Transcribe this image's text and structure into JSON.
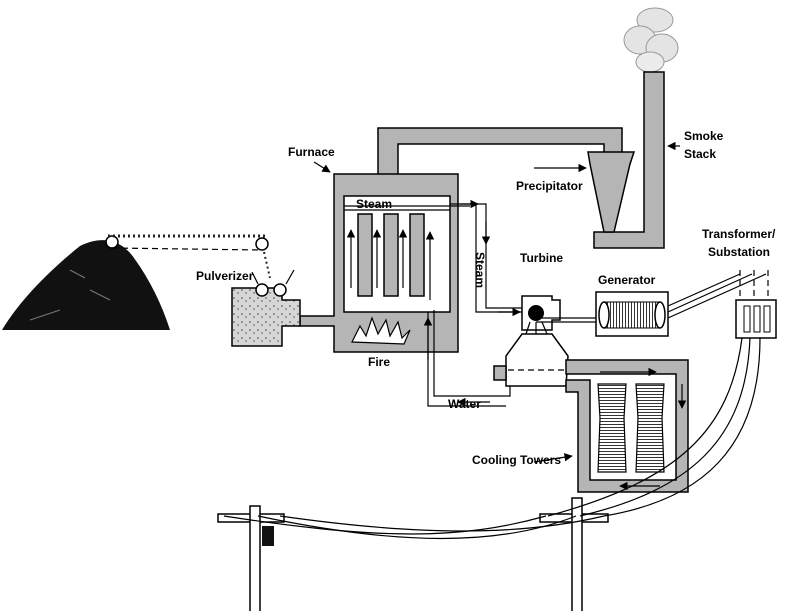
{
  "labels": {
    "smoke_stack": [
      "Smoke",
      "Stack"
    ],
    "furnace": "Furnace",
    "precipitator": "Precipitator",
    "steam_top": "Steam",
    "steam_side": "Steam",
    "turbine": "Turbine",
    "generator": "Generator",
    "transformer": [
      "Transformer/",
      "Substation"
    ],
    "pulverizer": "Pulverizer",
    "fire": "Fire",
    "water": "Water",
    "cooling_towers": "Cooling Towers"
  },
  "colors": {
    "pipe_fill": "#b5b5b5",
    "coal": "#111111",
    "stroke": "#000000",
    "background": "#ffffff"
  }
}
